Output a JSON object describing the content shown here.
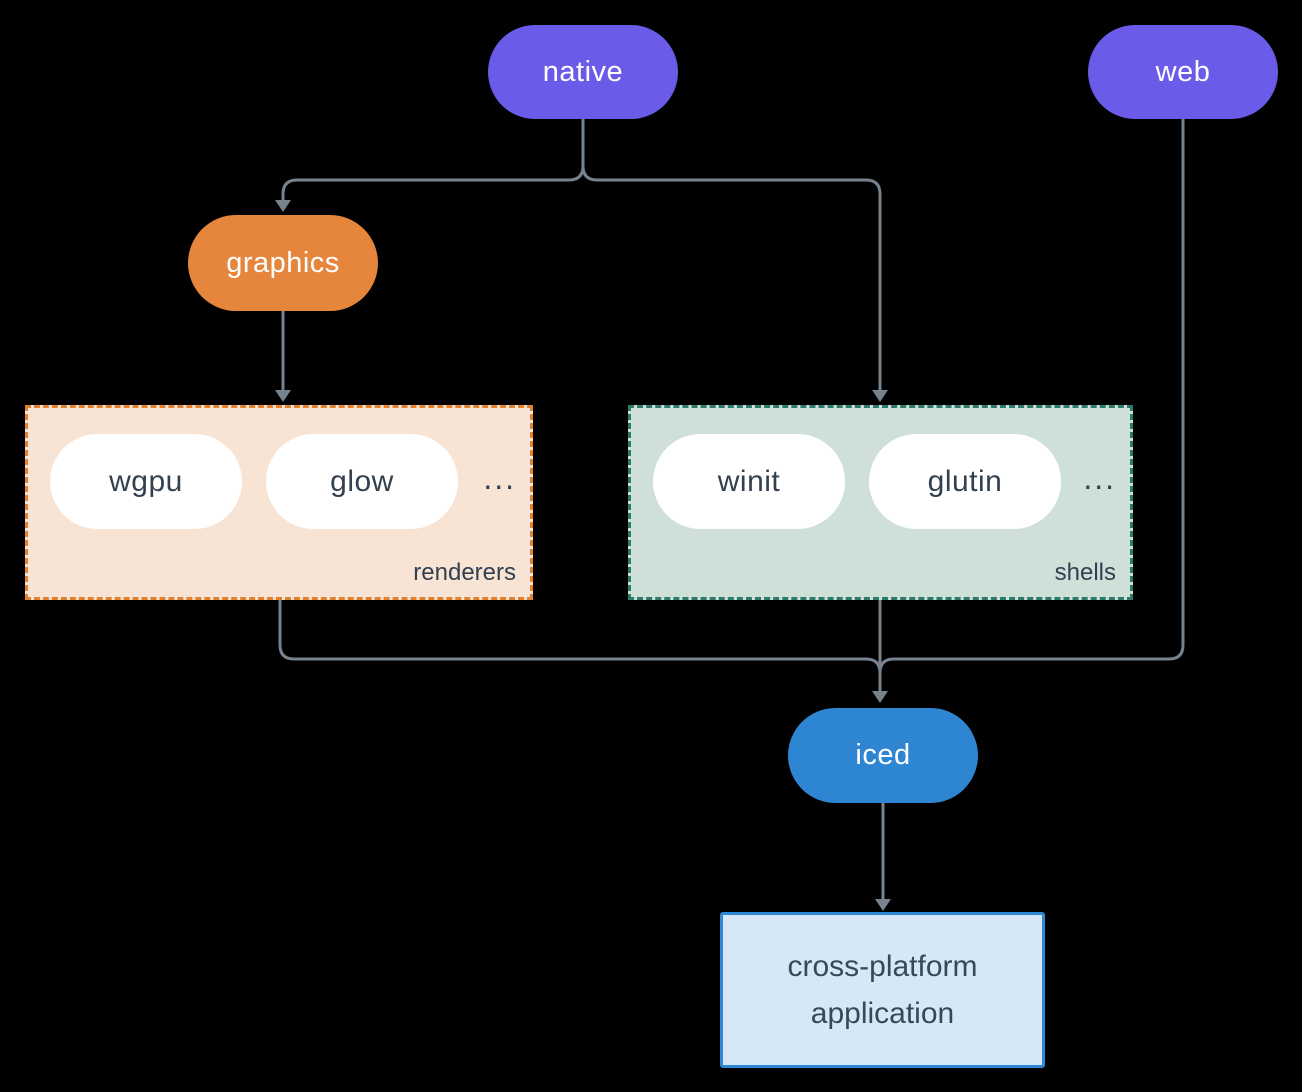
{
  "diagram": {
    "background_color": "#000000",
    "connector_color": "#76828e",
    "nodes": {
      "native": {
        "label": "native",
        "color": "#6a5ce8"
      },
      "web": {
        "label": "web",
        "color": "#6a5ce8"
      },
      "graphics": {
        "label": "graphics",
        "color": "#e5863c"
      },
      "iced": {
        "label": "iced",
        "color": "#2e86d3"
      },
      "application": {
        "line1": "cross-platform",
        "line2": "application",
        "fill": "#d6e8f8",
        "border": "#2f88d6"
      }
    },
    "groups": {
      "renderers": {
        "label": "renderers",
        "items": [
          "wgpu",
          "glow"
        ],
        "ellipsis": "...",
        "fill": "#f8e4d5",
        "border": "#e5812e"
      },
      "shells": {
        "label": "shells",
        "items": [
          "winit",
          "glutin"
        ],
        "ellipsis": "...",
        "fill": "#cfe0d9",
        "border": "#2d7c6b"
      }
    }
  }
}
